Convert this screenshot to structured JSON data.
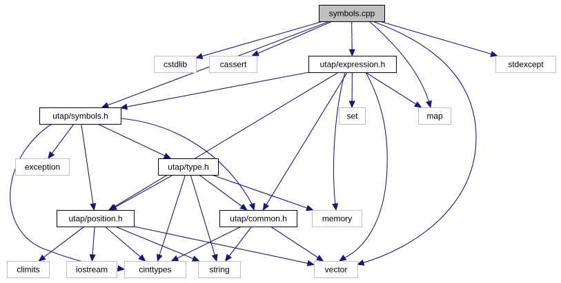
{
  "graph": {
    "colors": {
      "edge": "#191970",
      "root_fill": "#bfbfbf",
      "system_border": "#bfbfbf"
    },
    "nodes": [
      {
        "id": "symbols_cpp",
        "label": "symbols.cpp",
        "kind": "root"
      },
      {
        "id": "cstdlib",
        "label": "cstdlib",
        "kind": "system"
      },
      {
        "id": "cassert",
        "label": "cassert",
        "kind": "system"
      },
      {
        "id": "utap_expression_h",
        "label": "utap/expression.h",
        "kind": "local"
      },
      {
        "id": "stdexcept",
        "label": "stdexcept",
        "kind": "system"
      },
      {
        "id": "utap_symbols_h",
        "label": "utap/symbols.h",
        "kind": "local"
      },
      {
        "id": "set",
        "label": "set",
        "kind": "system"
      },
      {
        "id": "map",
        "label": "map",
        "kind": "system"
      },
      {
        "id": "exception",
        "label": "exception",
        "kind": "system"
      },
      {
        "id": "utap_type_h",
        "label": "utap/type.h",
        "kind": "local"
      },
      {
        "id": "utap_position_h",
        "label": "utap/position.h",
        "kind": "local"
      },
      {
        "id": "utap_common_h",
        "label": "utap/common.h",
        "kind": "local"
      },
      {
        "id": "memory",
        "label": "memory",
        "kind": "system"
      },
      {
        "id": "climits",
        "label": "climits",
        "kind": "system"
      },
      {
        "id": "iostream",
        "label": "iostream",
        "kind": "system"
      },
      {
        "id": "cinttypes",
        "label": "cinttypes",
        "kind": "system"
      },
      {
        "id": "string",
        "label": "string",
        "kind": "system"
      },
      {
        "id": "vector",
        "label": "vector",
        "kind": "system"
      }
    ],
    "edges": [
      {
        "from": "symbols_cpp",
        "to": "cstdlib"
      },
      {
        "from": "symbols_cpp",
        "to": "cassert"
      },
      {
        "from": "symbols_cpp",
        "to": "utap_expression_h"
      },
      {
        "from": "symbols_cpp",
        "to": "stdexcept"
      },
      {
        "from": "symbols_cpp",
        "to": "utap_symbols_h"
      },
      {
        "from": "symbols_cpp",
        "to": "map"
      },
      {
        "from": "symbols_cpp",
        "to": "vector"
      },
      {
        "from": "utap_expression_h",
        "to": "utap_symbols_h"
      },
      {
        "from": "utap_expression_h",
        "to": "set"
      },
      {
        "from": "utap_expression_h",
        "to": "map"
      },
      {
        "from": "utap_expression_h",
        "to": "utap_position_h"
      },
      {
        "from": "utap_expression_h",
        "to": "utap_common_h"
      },
      {
        "from": "utap_expression_h",
        "to": "memory"
      },
      {
        "from": "utap_expression_h",
        "to": "vector"
      },
      {
        "from": "utap_symbols_h",
        "to": "exception"
      },
      {
        "from": "utap_symbols_h",
        "to": "utap_type_h"
      },
      {
        "from": "utap_symbols_h",
        "to": "utap_position_h"
      },
      {
        "from": "utap_symbols_h",
        "to": "utap_common_h"
      },
      {
        "from": "utap_symbols_h",
        "to": "cinttypes"
      },
      {
        "from": "utap_type_h",
        "to": "utap_position_h"
      },
      {
        "from": "utap_type_h",
        "to": "utap_common_h"
      },
      {
        "from": "utap_type_h",
        "to": "memory"
      },
      {
        "from": "utap_type_h",
        "to": "cinttypes"
      },
      {
        "from": "utap_type_h",
        "to": "string"
      },
      {
        "from": "utap_position_h",
        "to": "climits"
      },
      {
        "from": "utap_position_h",
        "to": "iostream"
      },
      {
        "from": "utap_position_h",
        "to": "cinttypes"
      },
      {
        "from": "utap_position_h",
        "to": "string"
      },
      {
        "from": "utap_position_h",
        "to": "vector"
      },
      {
        "from": "utap_common_h",
        "to": "cinttypes"
      },
      {
        "from": "utap_common_h",
        "to": "string"
      },
      {
        "from": "utap_common_h",
        "to": "vector"
      }
    ]
  }
}
